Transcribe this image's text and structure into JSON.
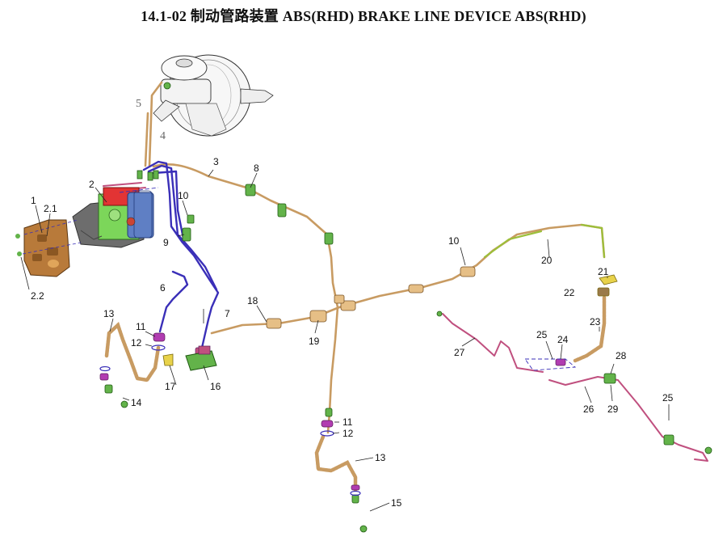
{
  "title": "14.1-02  制动管路装置 ABS(RHD) BRAKE LINE DEVICE ABS(RHD)",
  "colors": {
    "brake_line_tan": "#c89b62",
    "brake_line_blue": "#3a2fb8",
    "brake_line_pink": "#c0507f",
    "brake_line_green": "#9cbf3a",
    "fitting_green": "#63b34a",
    "washer_magenta": "#b13cb1",
    "abs_green": "#7cd65a",
    "abs_red": "#e23434",
    "abs_blue": "#5f7fc4",
    "bracket_brown": "#b87a3a"
  },
  "callouts": [
    {
      "id": "c1",
      "text": "1"
    },
    {
      "id": "c2_1",
      "text": "2.1"
    },
    {
      "id": "c2",
      "text": "2"
    },
    {
      "id": "c2_2",
      "text": "2.2"
    },
    {
      "id": "c3",
      "text": "3"
    },
    {
      "id": "c4",
      "text": "4"
    },
    {
      "id": "c5",
      "text": "5"
    },
    {
      "id": "c6",
      "text": "6"
    },
    {
      "id": "c7",
      "text": "7"
    },
    {
      "id": "c8",
      "text": "8"
    },
    {
      "id": "c9",
      "text": "9"
    },
    {
      "id": "c10a",
      "text": "10"
    },
    {
      "id": "c10b",
      "text": "10"
    },
    {
      "id": "c11a",
      "text": "11"
    },
    {
      "id": "c11b",
      "text": "11"
    },
    {
      "id": "c12a",
      "text": "12"
    },
    {
      "id": "c12b",
      "text": "12"
    },
    {
      "id": "c13a",
      "text": "13"
    },
    {
      "id": "c13b",
      "text": "13"
    },
    {
      "id": "c14",
      "text": "14"
    },
    {
      "id": "c15",
      "text": "15"
    },
    {
      "id": "c16",
      "text": "16"
    },
    {
      "id": "c17",
      "text": "17"
    },
    {
      "id": "c18",
      "text": "18"
    },
    {
      "id": "c19",
      "text": "19"
    },
    {
      "id": "c20",
      "text": "20"
    },
    {
      "id": "c21",
      "text": "21"
    },
    {
      "id": "c22",
      "text": "22"
    },
    {
      "id": "c23",
      "text": "23"
    },
    {
      "id": "c24",
      "text": "24"
    },
    {
      "id": "c25a",
      "text": "25"
    },
    {
      "id": "c25b",
      "text": "25"
    },
    {
      "id": "c26",
      "text": "26"
    },
    {
      "id": "c27",
      "text": "27"
    },
    {
      "id": "c28",
      "text": "28"
    },
    {
      "id": "c29",
      "text": "29"
    }
  ]
}
